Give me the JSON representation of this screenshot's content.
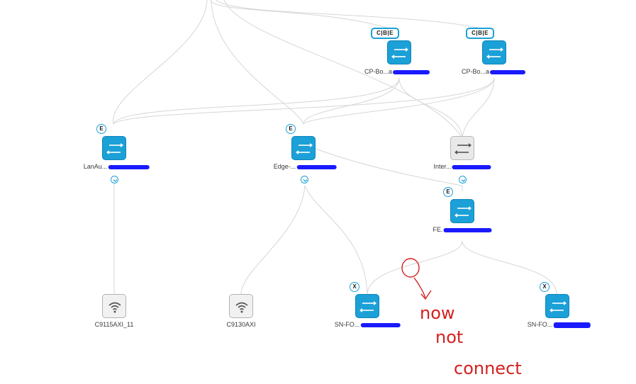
{
  "topology": {
    "nodes": [
      {
        "id": "cp1",
        "label": "CP-Bo...a",
        "badge": "C|B|E",
        "type": "switch"
      },
      {
        "id": "cp2",
        "label": "CP-Bo...a",
        "badge": "C|B|E",
        "type": "switch"
      },
      {
        "id": "lan",
        "label": "LanAu...",
        "badge": "E",
        "type": "switch"
      },
      {
        "id": "edge",
        "label": "Edge-...",
        "badge": "E",
        "type": "switch"
      },
      {
        "id": "inter",
        "label": "Inter...",
        "badge": "",
        "type": "switch-unmanaged"
      },
      {
        "id": "fe",
        "label": "FE.",
        "badge": "E",
        "type": "switch"
      },
      {
        "id": "ap1",
        "label": "C9115AXI_11",
        "badge": "",
        "type": "access-point"
      },
      {
        "id": "ap2",
        "label": "C9130AXI",
        "badge": "",
        "type": "access-point"
      },
      {
        "id": "sn1",
        "label": "SN-FO...",
        "badge": "X",
        "type": "switch"
      },
      {
        "id": "sn2",
        "label": "SN-FO...",
        "badge": "X",
        "type": "switch"
      }
    ]
  },
  "annotation": {
    "line1": "now",
    "line2": "not",
    "line3": "connect",
    "color": "#d42020"
  },
  "colors": {
    "switch": "#1ba0d7",
    "redaction": "#1a1aff",
    "link": "#d4d4d4"
  }
}
